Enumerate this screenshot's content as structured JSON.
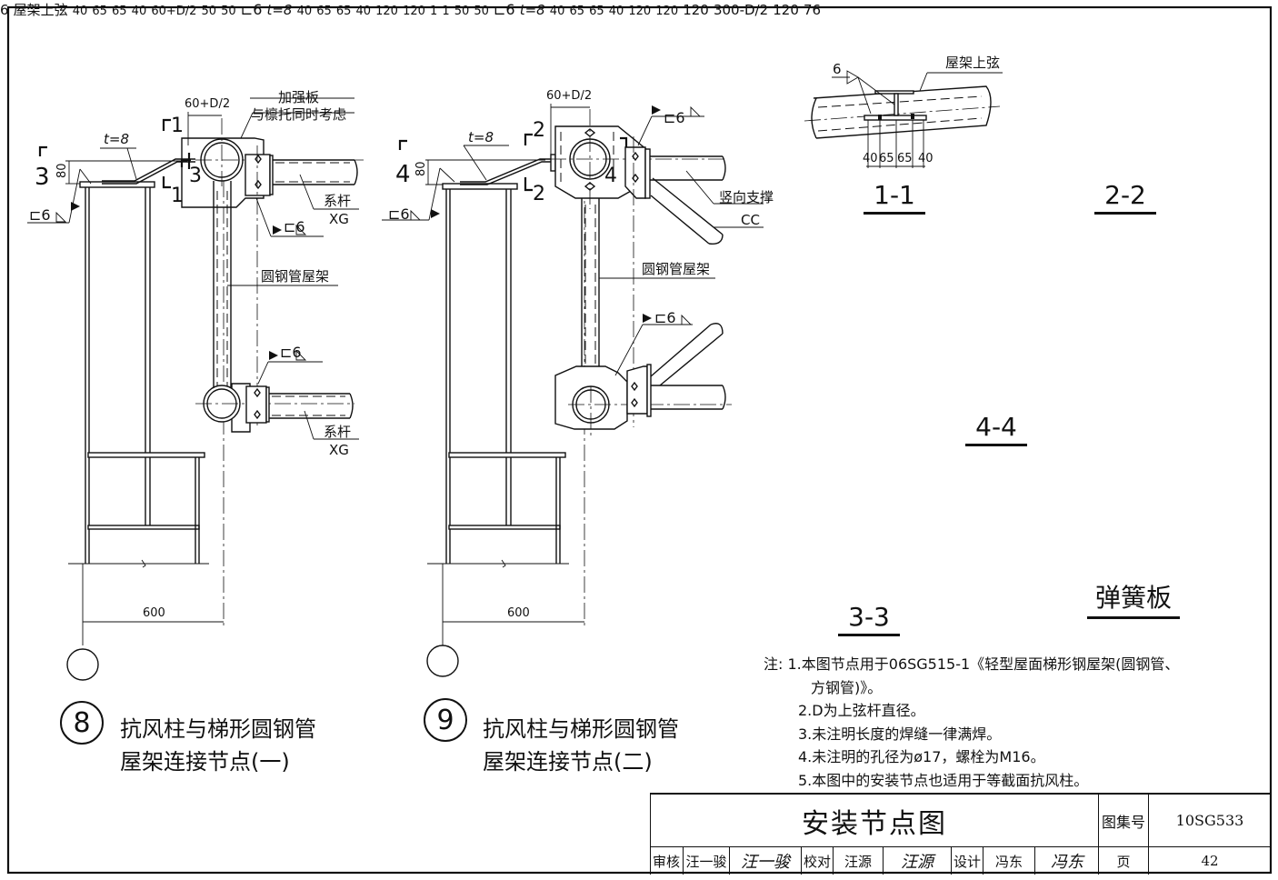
{
  "drawing": {
    "title": "安装节点图",
    "atlas_label": "图集号",
    "atlas_number": "10SG533",
    "page_label": "页",
    "page_number": "42",
    "review_label": "审核",
    "review_name": "汪一骏",
    "review_signature": "汪一骏",
    "check_label": "校对",
    "check_name": "汪源",
    "check_signature": "汪源",
    "design_label": "设计",
    "design_name": "冯东",
    "design_signature": "冯东"
  },
  "detail8": {
    "number": "8",
    "caption_line1": "抗风柱与梯形圆钢管",
    "caption_line2": "屋架连接节点(一)",
    "dim_top": "60+D/2",
    "label_plate_1": "加强板",
    "label_plate_2": "与檩托同时考虑",
    "thickness": "t=8",
    "section_a": "1",
    "section_b": "3",
    "dim_80": "80",
    "weld_c6": "⊏6",
    "tie_label": "系杆",
    "tie_code": "XG",
    "truss_label": "圆钢管屋架",
    "dim_bottom": "600"
  },
  "detail9": {
    "number": "9",
    "caption_line1": "抗风柱与梯形圆钢管",
    "caption_line2": "屋架连接节点(二)",
    "dim_top": "60+D/2",
    "thickness": "t=8",
    "section_a": "2",
    "section_b": "4",
    "dim_80": "80",
    "weld_c6": "⊏6",
    "brace_label": "竖向支撑",
    "brace_code": "CC",
    "truss_label": "圆钢管屋架",
    "dim_bottom": "600"
  },
  "section_1_1": {
    "label": "1-1",
    "weld": "6",
    "chord_label": "屋架上弦",
    "dims": [
      "40",
      "65",
      "65",
      "40"
    ]
  },
  "section_2_2": {
    "label": "2-2",
    "weld": "6",
    "chord_label": "屋架上弦",
    "dims": [
      "40",
      "65",
      "65",
      "40"
    ]
  },
  "section_4_4": {
    "label": "4-4",
    "dim_top": "60+D/2",
    "dims_h": [
      "50",
      "50"
    ],
    "dims_v_small": [
      "40",
      "65",
      "65",
      "40"
    ],
    "dims_v_large": [
      "120",
      "120"
    ],
    "weld": "⊏6",
    "thickness": "t=8",
    "gap": [
      "1",
      "1"
    ]
  },
  "section_3_3": {
    "label": "3-3",
    "dims_h": [
      "50",
      "50"
    ],
    "dims_v_small": [
      "40",
      "65",
      "65",
      "40"
    ],
    "dims_v_large": [
      "120",
      "120"
    ],
    "weld": "⊏6",
    "thickness": "t=8"
  },
  "spring_plate": {
    "label": "弹簧板",
    "dims": [
      "120",
      "300-D/2",
      "120"
    ],
    "height": "76"
  },
  "notes": {
    "prefix": "注:",
    "items": [
      "1.本图节点用于06SG515-1《轻型屋面梯形钢屋架(圆钢管、",
      "方钢管)》。",
      "2.D为上弦杆直径。",
      "3.未注明长度的焊缝一律满焊。",
      "4.未注明的孔径为ø17，螺栓为M16。",
      "5.本图中的安装节点也适用于等截面抗风柱。"
    ]
  }
}
